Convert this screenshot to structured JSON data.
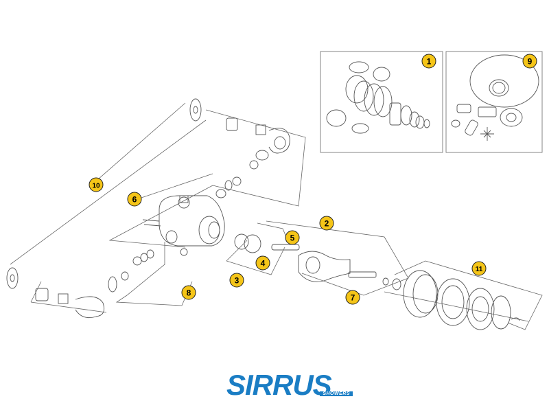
{
  "callouts": {
    "c1": "1",
    "c2": "2",
    "c3": "3",
    "c4": "4",
    "c5": "5",
    "c6": "6",
    "c7": "7",
    "c8": "8",
    "c9": "9",
    "c10": "10",
    "c11": "11"
  },
  "brand": {
    "name": "SIRRUS",
    "tagline": "SHOWERS"
  },
  "colors": {
    "callout_fill": "#f5c518",
    "line": "#555555",
    "brand": "#1a7dc4"
  }
}
